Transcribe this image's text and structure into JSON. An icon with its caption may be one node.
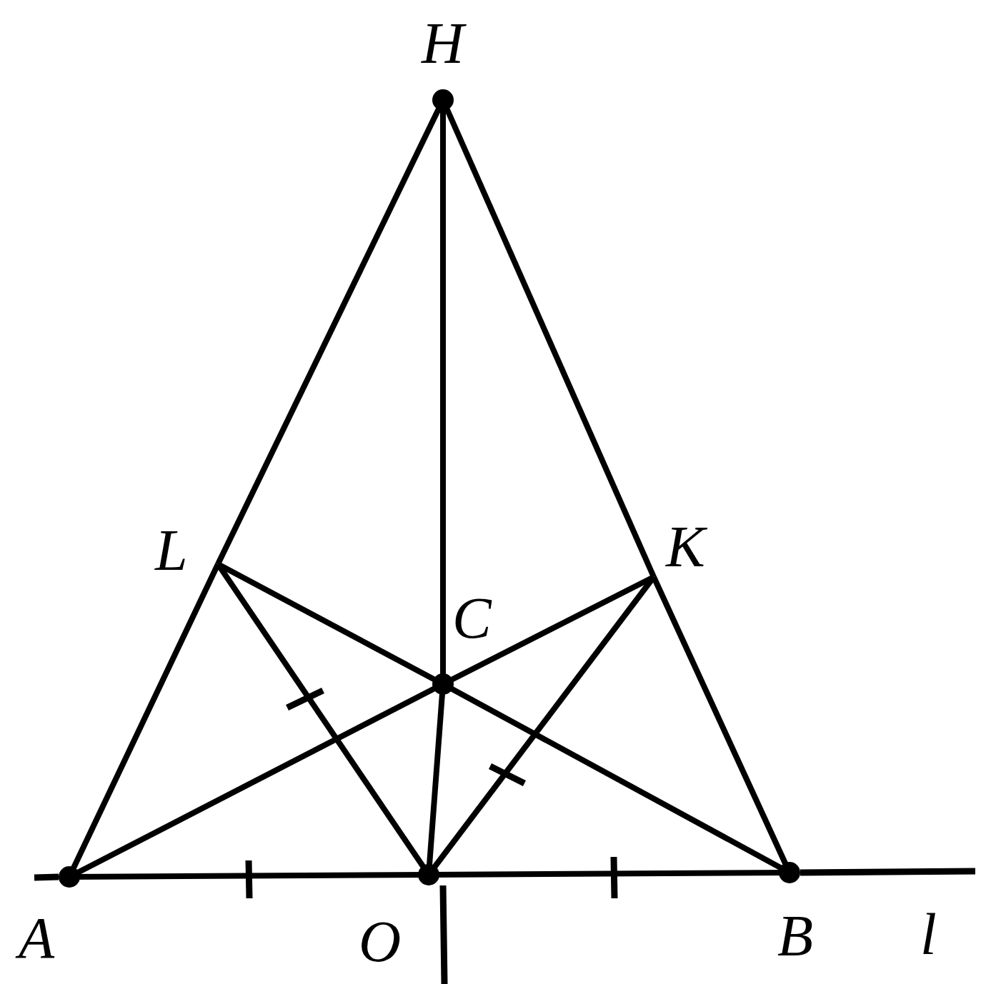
{
  "diagram": {
    "nodes": [
      {
        "text": [
          "H"
        ]
      },
      {
        "text": [
          "L"
        ]
      },
      {
        "text": [
          "K"
        ]
      },
      {
        "text": [
          "C"
        ]
      },
      {
        "text": [
          "A"
        ]
      },
      {
        "text": [
          "O"
        ]
      },
      {
        "text": [
          "B"
        ]
      }
    ],
    "edges": [
      {
        "from": 0,
        "to": 1,
        "arrow": "none"
      },
      {
        "from": 1,
        "to": 4,
        "arrow": "none"
      },
      {
        "from": 0,
        "to": 2,
        "arrow": "none"
      },
      {
        "from": 2,
        "to": 6,
        "arrow": "none"
      },
      {
        "from": 0,
        "to": 3,
        "arrow": "none"
      },
      {
        "from": 3,
        "to": 5,
        "arrow": "none"
      },
      {
        "from": 4,
        "to": 5,
        "arrow": "none"
      },
      {
        "from": 5,
        "to": 6,
        "arrow": "none"
      },
      {
        "from": 1,
        "to": 3,
        "arrow": "none"
      },
      {
        "from": 3,
        "to": 6,
        "arrow": "none"
      },
      {
        "from": 4,
        "to": 3,
        "arrow": "none"
      },
      {
        "from": 3,
        "to": 2,
        "arrow": "none"
      },
      {
        "from": 1,
        "to": 5,
        "arrow": "none"
      },
      {
        "from": 5,
        "to": 2,
        "arrow": "none"
      }
    ],
    "labels": [
      "l"
    ]
  }
}
